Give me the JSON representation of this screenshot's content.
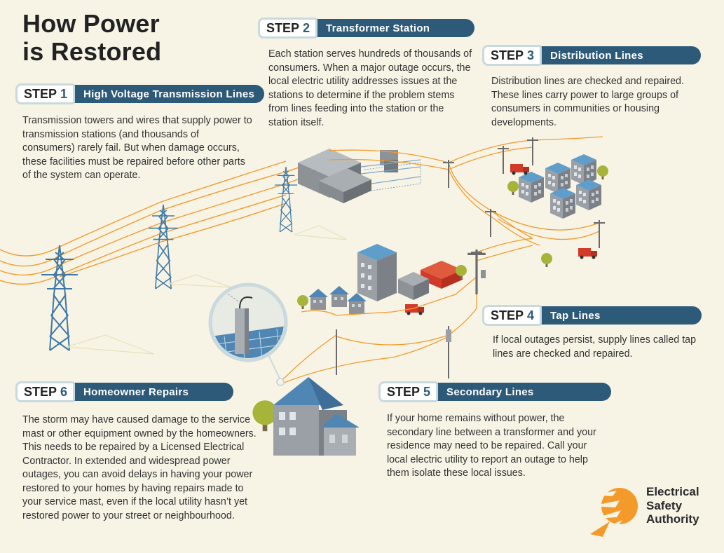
{
  "title": {
    "line1": "How Power",
    "line2": "is Restored"
  },
  "steps": [
    {
      "word": "STEP",
      "num": "1",
      "label": "High Voltage Transmission Lines",
      "text": "Transmission towers and wires that supply power to transmission stations (and thousands of consumers) rarely fail. But when damage occurs, these facilities must be repaired before other parts of the system can operate."
    },
    {
      "word": "STEP",
      "num": "2",
      "label": "Transformer Station",
      "text": "Each station serves hundreds of thousands of consumers. When a major outage occurs, the local electric utility addresses issues at the stations to determine if the problem stems from lines feeding into the station or the station itself."
    },
    {
      "word": "STEP",
      "num": "3",
      "label": "Distribution Lines",
      "text": "Distribution lines are checked and repaired. These lines carry power to large groups of consumers in communities or housing developments."
    },
    {
      "word": "STEP",
      "num": "4",
      "label": "Tap Lines",
      "text": "If local outages persist, supply lines called tap lines are checked and repaired."
    },
    {
      "word": "STEP",
      "num": "5",
      "label": "Secondary Lines",
      "text": "If your home remains without power, the secondary line between a transformer and your residence may need to be repaired. Call your local electric utility to report an outage to help them isolate these local issues."
    },
    {
      "word": "STEP",
      "num": "6",
      "label": "Homeowner Repairs",
      "text": "The storm may have caused damage to the service mast or other equipment owned by the homeowners. This needs to be repaired by a Licensed Electrical Contractor. In extended and widespread power outages, you can avoid delays in having your power restored to your homes by having repairs made to your service mast, even if the local utility hasn’t yet restored power to your street or neighbourhood."
    }
  ],
  "logo": {
    "line1": "Electrical",
    "line2": "Safety",
    "line3": "Authority"
  },
  "colors": {
    "navy": "#2d5a78",
    "orange": "#f39a2a",
    "background": "#f7f4e6",
    "tower": "#3f79a6"
  }
}
